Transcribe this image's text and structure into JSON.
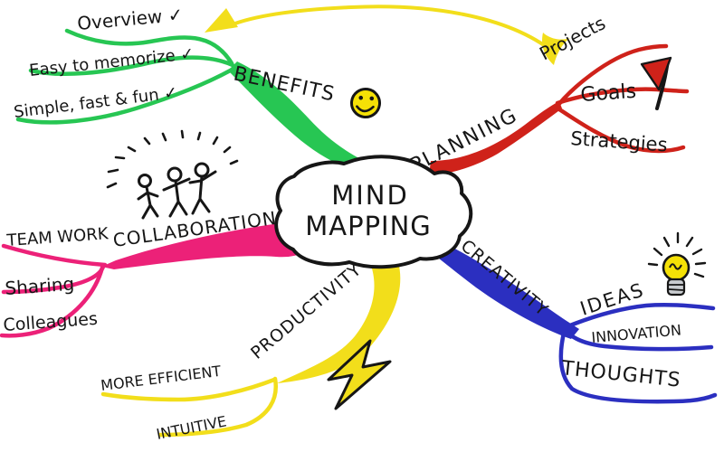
{
  "center": {
    "line1": "MIND",
    "line2": "MAPPING"
  },
  "colors": {
    "green": "#27c653",
    "red": "#cf221a",
    "pink": "#ec2178",
    "yellow": "#f2de1b",
    "blue": "#2b2fc0",
    "smiley_yellow": "#f5e106",
    "ink": "#161616",
    "bulb_gray": "#c9ccd0"
  },
  "benefits": {
    "label": "BENEFITS",
    "icon": "smiley-face",
    "children": {
      "overview": "Overview ✓",
      "memorize": "Easy to memorize ✓",
      "simple": "Simple, fast & fun ✓"
    }
  },
  "planning": {
    "label": "PLANNING",
    "icon": "red-flag",
    "children": {
      "projects": "Projects",
      "goals": "Goals",
      "strategies": "Strategies"
    }
  },
  "collaboration": {
    "label": "COLLABORATION",
    "icon": "stick-figures",
    "children": {
      "teamwork": "TEAM WORK",
      "sharing": "Sharing",
      "colleagues": "Colleagues"
    }
  },
  "productivity": {
    "label": "PRODUCTIVITY",
    "icon": "lightning-bolt",
    "children": {
      "efficient": "MORE EFFICIENT",
      "intuitive": "INTUITIVE"
    }
  },
  "creativity": {
    "label": "CREATIVITY",
    "icon": "light-bulb",
    "children": {
      "ideas": "IDEAS",
      "innovation": "INNOVATION",
      "thoughts": "THOUGHTS"
    }
  }
}
